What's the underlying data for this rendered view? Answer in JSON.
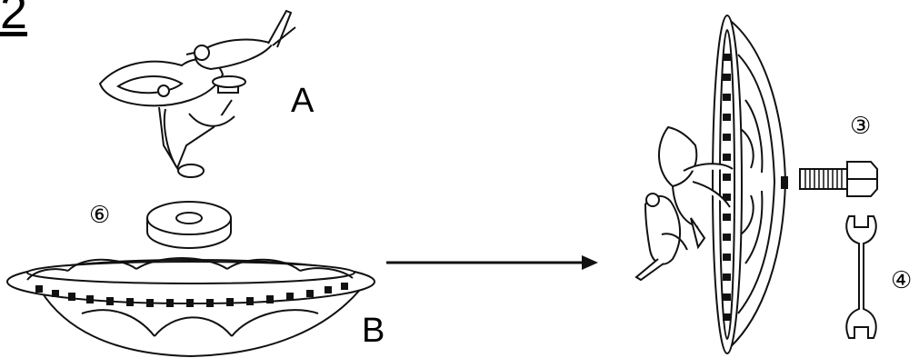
{
  "step_number": "2",
  "parts": {
    "top_label": "A",
    "bowl_label": "B",
    "washer_label": "⑥",
    "bolt_label": "③",
    "wrench_label": "④"
  },
  "icons": [
    "bird-topper-icon",
    "washer-icon",
    "bowl-icon",
    "arrow-icon",
    "assembled-bath-icon",
    "bolt-icon",
    "wrench-icon"
  ]
}
